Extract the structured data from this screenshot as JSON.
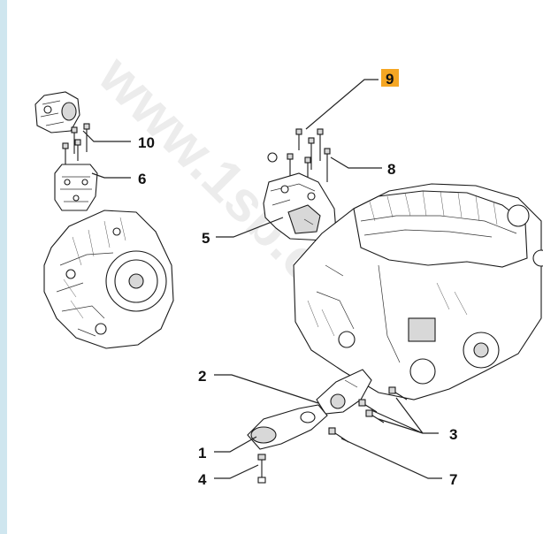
{
  "callouts": {
    "c1": "1",
    "c2": "2",
    "c3": "3",
    "c4": "4",
    "c5": "5",
    "c6": "6",
    "c7": "7",
    "c8": "8",
    "c9": "9",
    "c10": "10"
  },
  "watermark": "www.1sb.com",
  "colors": {
    "highlight": "#f5a623",
    "side_border": "#cfe6ef"
  }
}
